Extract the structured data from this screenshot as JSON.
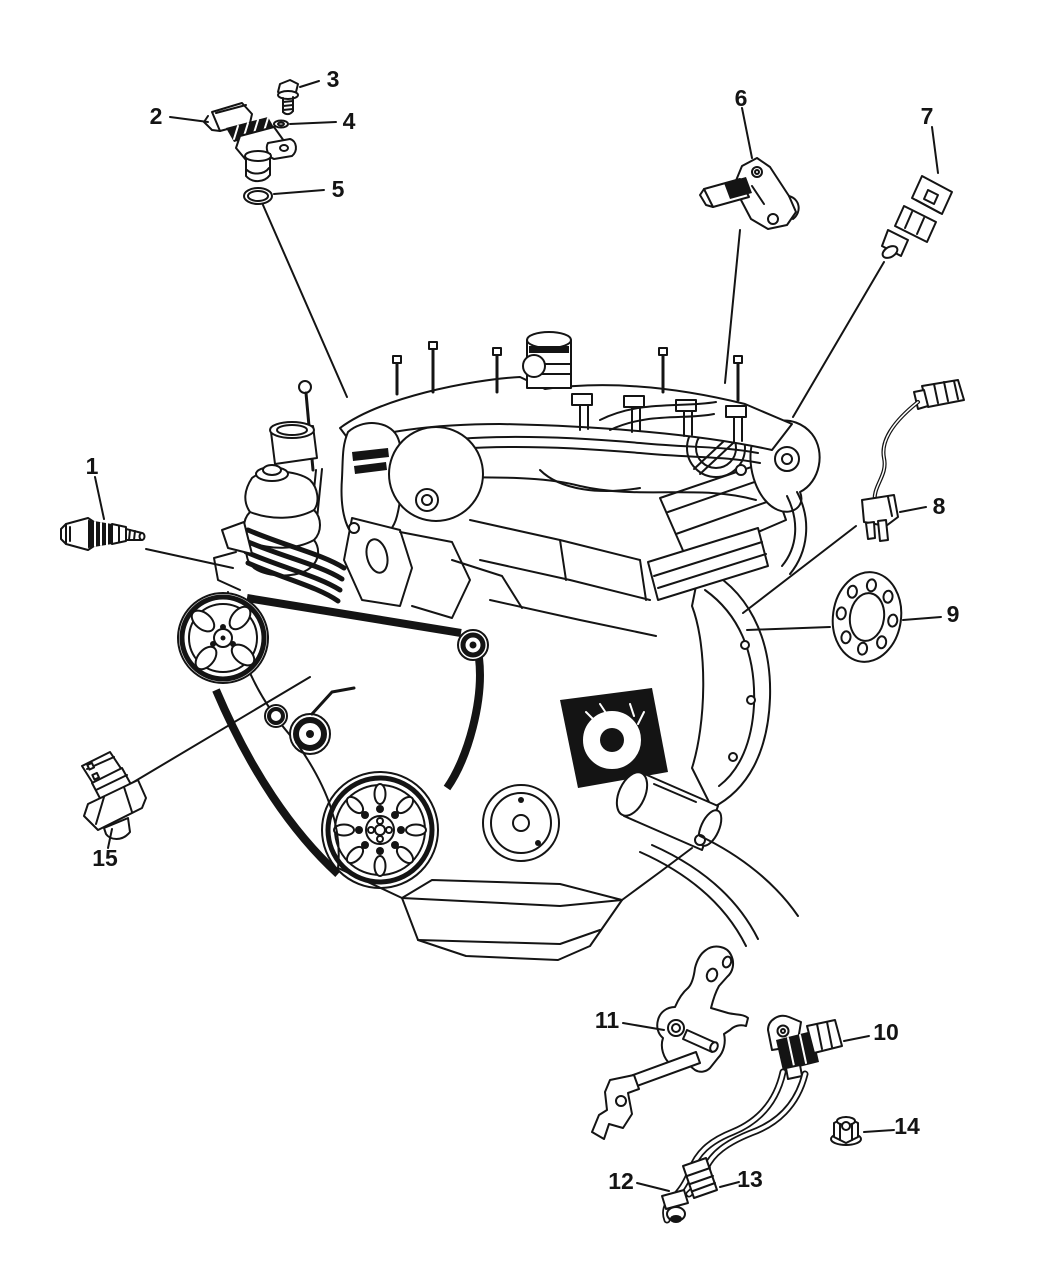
{
  "diagram": {
    "kind": "engine-sensor-parts-diagram",
    "background_color": "#ffffff",
    "line_color": "#141414"
  },
  "callouts": [
    {
      "number": "1"
    },
    {
      "number": "2"
    },
    {
      "number": "3"
    },
    {
      "number": "4"
    },
    {
      "number": "5"
    },
    {
      "number": "6"
    },
    {
      "number": "7"
    },
    {
      "number": "8"
    },
    {
      "number": "9"
    },
    {
      "number": "10"
    },
    {
      "number": "11"
    },
    {
      "number": "12"
    },
    {
      "number": "13"
    },
    {
      "number": "14"
    },
    {
      "number": "15"
    }
  ]
}
